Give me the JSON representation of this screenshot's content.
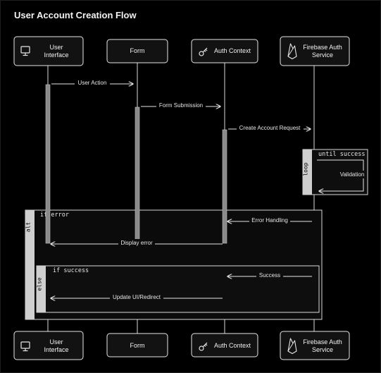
{
  "title": "User Account Creation Flow",
  "participants": [
    {
      "id": "ui",
      "label": "User Interface",
      "lines": [
        "User",
        "Interface"
      ],
      "icon": "monitor-icon"
    },
    {
      "id": "form",
      "label": "Form",
      "lines": [
        "Form"
      ],
      "icon": ""
    },
    {
      "id": "auth",
      "label": "Auth Context",
      "lines": [
        "Auth Context"
      ],
      "icon": "key-icon"
    },
    {
      "id": "fb",
      "label": "Firebase Auth Service",
      "lines": [
        "Firebase Auth",
        "Service"
      ],
      "icon": "firebase-icon"
    }
  ],
  "messages": [
    {
      "from": "ui",
      "to": "form",
      "label": "User Action"
    },
    {
      "from": "form",
      "to": "auth",
      "label": "Form Submission"
    },
    {
      "from": "auth",
      "to": "fb",
      "label": "Create Account Request"
    },
    {
      "from": "fb",
      "to": "fb",
      "label": "Validation"
    },
    {
      "from": "fb",
      "to": "auth",
      "label": "Error Handling"
    },
    {
      "from": "auth",
      "to": "ui",
      "label": "Display error"
    },
    {
      "from": "fb",
      "to": "auth",
      "label": "Success"
    },
    {
      "from": "auth",
      "to": "ui",
      "label": "Update UI/Redirect"
    }
  ],
  "fragments": {
    "loop": {
      "keyword": "loop",
      "condition": "until success"
    },
    "alt": {
      "keyword": "alt",
      "condition": "if error"
    },
    "else": {
      "keyword": "else",
      "condition": "if success"
    }
  },
  "colors": {
    "background": "#000000",
    "foreground": "#e6e6e6",
    "panel": "#121212"
  }
}
